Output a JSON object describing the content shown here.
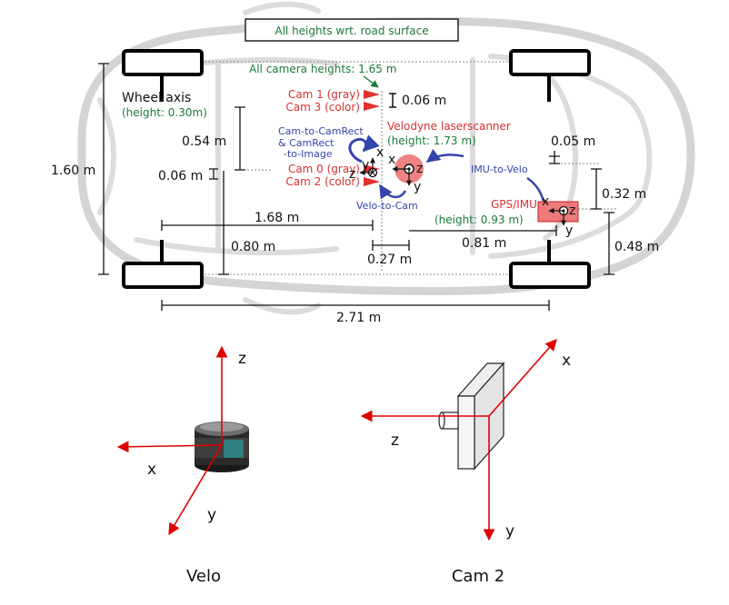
{
  "top": {
    "note": "All heights wrt. road surface",
    "camera_heights": "All camera heights: 1.65 m",
    "wheel_axis": "Wheel axis",
    "wheel_axis_height": "(height: 0.30m)",
    "cam1": "Cam 1 (gray)",
    "cam3": "Cam 3 (color)",
    "cam0": "Cam 0 (gray)",
    "cam2": "Cam 2 (color)",
    "velodyne": "Velodyne laserscanner",
    "velodyne_height": "(height: 1.73 m)",
    "gps": "GPS/IMU",
    "gps_height": "(height: 0.93 m)",
    "cam_to_camrect": "Cam-to-CamRect",
    "camrect_to_image_1": "& CamRect",
    "camrect_to_image_2": "-to-Image",
    "velo_to_cam": "Velo-to-Cam",
    "imu_to_velo": "IMU-to-Velo",
    "dims": {
      "d_160": "1.60 m",
      "d_054": "0.54 m",
      "d_006a": "0.06 m",
      "d_006b": "0.06 m",
      "d_168": "1.68 m",
      "d_080": "0.80 m",
      "d_027": "0.27 m",
      "d_081": "0.81 m",
      "d_005": "0.05 m",
      "d_032": "0.32 m",
      "d_048": "0.48 m",
      "d_271": "2.71 m"
    },
    "axis_labels": {
      "x": "x",
      "y": "y",
      "z": "z"
    }
  },
  "bottom": {
    "velo": {
      "caption": "Velo",
      "z": "z",
      "x": "x",
      "y": "y"
    },
    "cam2": {
      "caption": "Cam 2",
      "z": "z",
      "x": "x",
      "y": "y"
    }
  },
  "colors": {
    "red": "#d63030",
    "green": "#1a7a3a",
    "blue": "#3344aa",
    "axis_red": "#e00000"
  }
}
